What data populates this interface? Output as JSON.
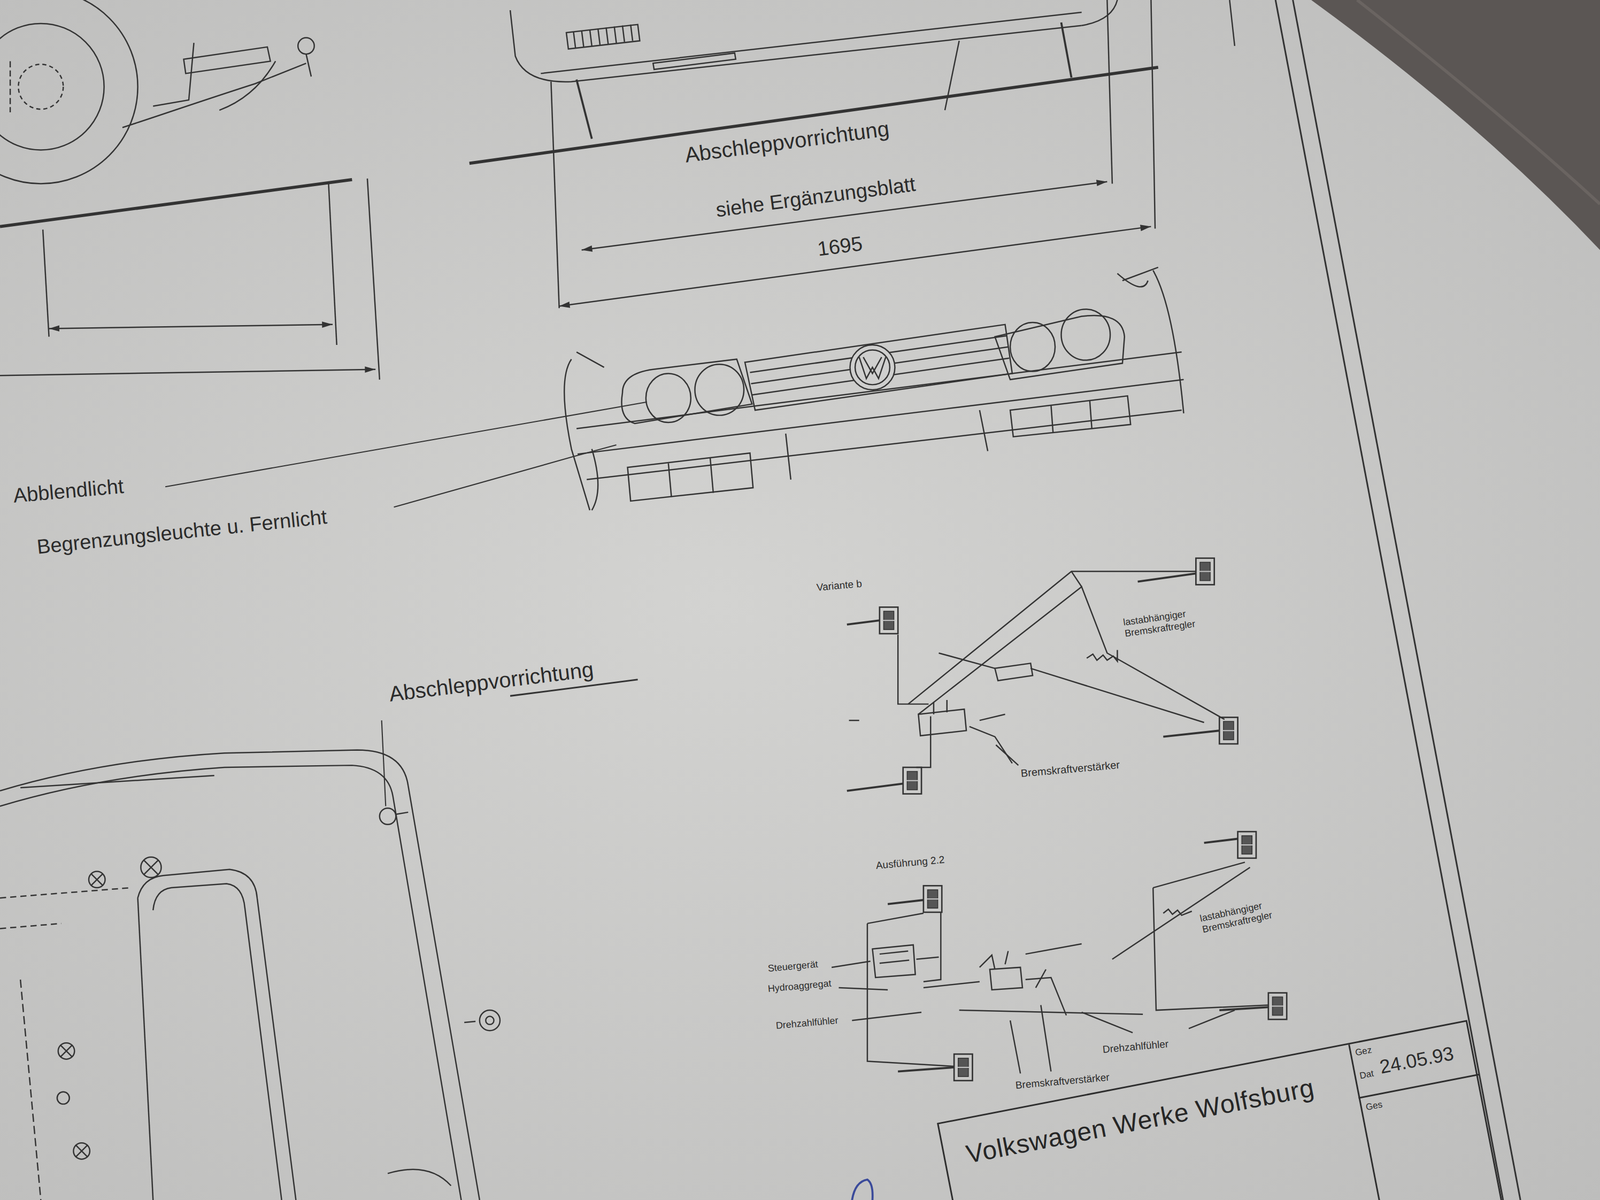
{
  "diagram": {
    "nodes": [
      {
        "text": [
          "Volkswagen Werke Wolfsburg"
        ]
      }
    ],
    "labels": [
      "Abschleppvorrichtung",
      "siehe Ergänzungsblatt",
      "1695",
      "Abblendlicht",
      "Begrenzungsleuchte u. Fernlicht",
      "Abschleppvorrichtung",
      "Variante b",
      "lastabhängiger Bremskraftregler",
      "Bremskraftverstärker",
      "Ausführung 2.2",
      "Steuergerät",
      "Hydroaggregat",
      "Drehzahlfühler",
      "lastabhängiger Bremskraftregler",
      "Drehzahlfühler",
      "Bremskraftverstärker",
      "Gez",
      "Dat",
      "24.05.93",
      "Ges"
    ]
  }
}
